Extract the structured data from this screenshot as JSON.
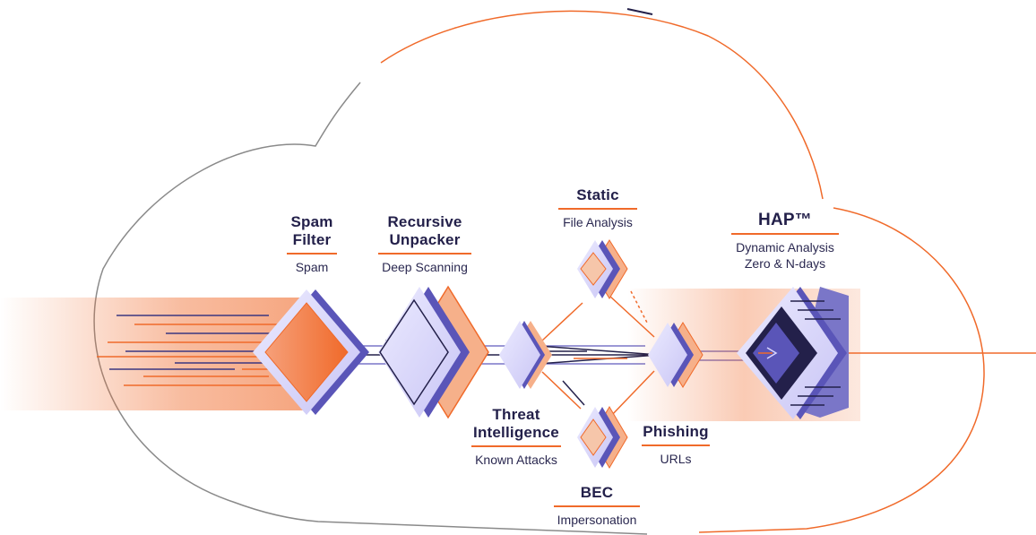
{
  "nodes": {
    "spam": {
      "title": [
        "Spam",
        "Filter"
      ],
      "subtitle": [
        "Spam"
      ]
    },
    "unpacker": {
      "title": [
        "Recursive",
        "Unpacker"
      ],
      "subtitle": [
        "Deep Scanning"
      ]
    },
    "static": {
      "title": [
        "Static"
      ],
      "subtitle": [
        "File Analysis"
      ]
    },
    "threat": {
      "title": [
        "Threat",
        "Intelligence"
      ],
      "subtitle": [
        "Known Attacks"
      ]
    },
    "bec": {
      "title": [
        "BEC"
      ],
      "subtitle": [
        "Impersonation"
      ]
    },
    "phishing": {
      "title": [
        "Phishing"
      ],
      "subtitle": [
        "URLs"
      ]
    },
    "hap": {
      "title": [
        "HAP™"
      ],
      "subtitle": [
        "Dynamic Analysis",
        "Zero & N-days"
      ]
    }
  },
  "colors": {
    "orange": "#f06a2a",
    "navy": "#23204a",
    "purple": "#5a55b8",
    "lavender": "#d9d6ff",
    "cloud_outline": "#8a8a8a"
  }
}
